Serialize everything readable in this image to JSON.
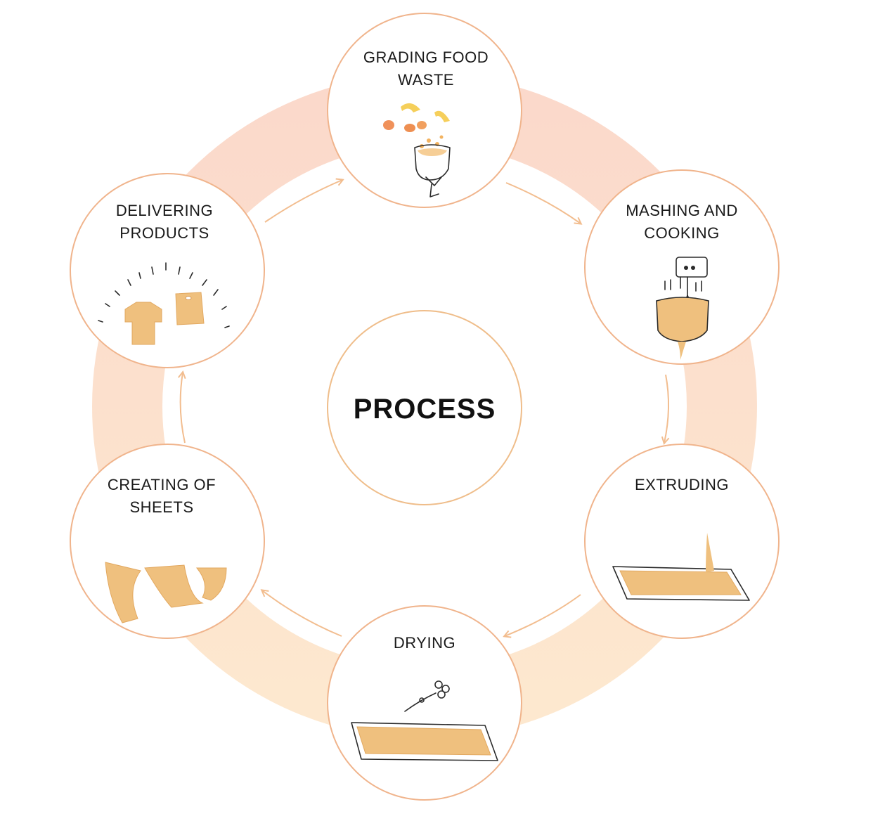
{
  "diagram": {
    "center_label": "PROCESS",
    "steps": [
      {
        "lines": [
          "GRADING FOOD",
          "WASTE"
        ],
        "icon": "food-waste-grader-icon"
      },
      {
        "lines": [
          "MASHING AND",
          "COOKING"
        ],
        "icon": "mixer-pot-icon"
      },
      {
        "lines": [
          "EXTRUDING"
        ],
        "icon": "extruding-tray-icon"
      },
      {
        "lines": [
          "DRYING"
        ],
        "icon": "drying-tray-fan-icon"
      },
      {
        "lines": [
          "CREATING OF",
          "SHEETS"
        ],
        "icon": "sheets-icon"
      },
      {
        "lines": [
          "DELIVERING",
          "PRODUCTS"
        ],
        "icon": "products-icon"
      }
    ],
    "colors": {
      "ring_top": "#fbd9cb",
      "ring_bottom": "#fde6cd",
      "circle_stroke": "#f0b48c",
      "arrow": "#f2bd8f",
      "dough": "#efc07e"
    }
  }
}
